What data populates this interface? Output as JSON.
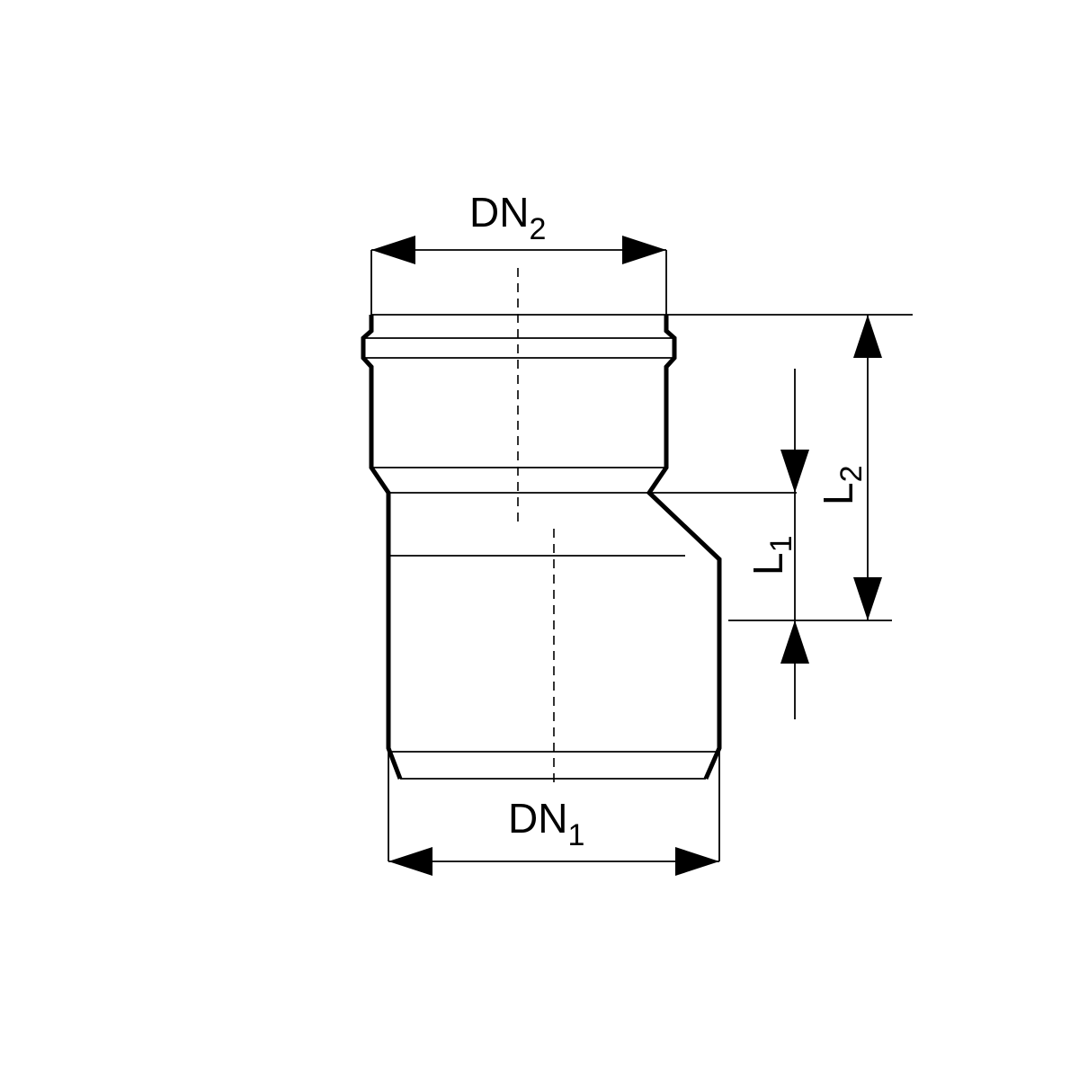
{
  "labels": {
    "dn2": {
      "main": "DN",
      "sub": "2"
    },
    "dn1": {
      "main": "DN",
      "sub": "1"
    },
    "l1": {
      "main": "L",
      "sub": "1"
    },
    "l2": {
      "main": "L",
      "sub": "2"
    }
  },
  "colors": {
    "line": "#000000",
    "background": "#ffffff"
  }
}
